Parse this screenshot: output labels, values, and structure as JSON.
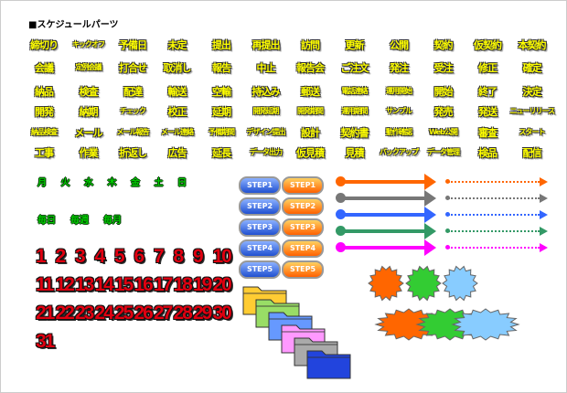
{
  "title": "■スケジュールパーツ",
  "labels": [
    [
      "締切り",
      "キックオフ",
      "予備日",
      "未定",
      "提出",
      "再提出",
      "訪問",
      "更新",
      "公開",
      "契約",
      "仮契約",
      "本契約"
    ],
    [
      "会議",
      "定例会議",
      "打合せ",
      "取消し",
      "報告",
      "中止",
      "報告会",
      "ご注文",
      "発注",
      "受注",
      "修正",
      "確定"
    ],
    [
      "納品",
      "検査",
      "配達",
      "輸送",
      "空輸",
      "持込み",
      "郵送",
      "電話連絡",
      "運用開始",
      "開始",
      "終了",
      "決定"
    ],
    [
      "開発",
      "納期",
      "チェック",
      "校正",
      "延期",
      "開発延期",
      "開発期間",
      "運用期間",
      "サンプル",
      "発売",
      "発送",
      "ニューリリース"
    ],
    [
      "納品検査",
      "メール",
      "メール報告",
      "メール連絡",
      "予備期間",
      "デザイン提出",
      "設計",
      "契約書",
      "動作確認",
      "Web公開",
      "審査",
      "スタート"
    ],
    [
      "工事",
      "作業",
      "折返し",
      "広告",
      "延長",
      "データ出力",
      "仮見積",
      "見積",
      "バックアップ",
      "データ管理",
      "検品",
      "配信"
    ]
  ],
  "weekdays": [
    "月",
    "火",
    "水",
    "木",
    "金",
    "土",
    "日"
  ],
  "periods": [
    "毎日",
    "毎週",
    "毎月"
  ],
  "numbers": [
    "1",
    "2",
    "3",
    "4",
    "5",
    "6",
    "7",
    "8",
    "9",
    "10",
    "11",
    "12",
    "13",
    "14",
    "15",
    "16",
    "17",
    "18",
    "19",
    "20",
    "21",
    "22",
    "23",
    "24",
    "25",
    "26",
    "27",
    "28",
    "29",
    "30",
    "31"
  ],
  "steps": [
    "STEP1",
    "STEP2",
    "STEP3",
    "STEP4",
    "STEP5"
  ],
  "arrow_colors": [
    "#ff6600",
    "#777777",
    "#3366ff",
    "#339966",
    "#ff00ff"
  ],
  "star_colors": [
    "#ff6600",
    "#33cc33",
    "#88ccff"
  ],
  "folder_colors": [
    "#ffcc33",
    "#99dd66",
    "#6699ff",
    "#ff99ff",
    "#aaaaaa",
    "#2244dd"
  ]
}
